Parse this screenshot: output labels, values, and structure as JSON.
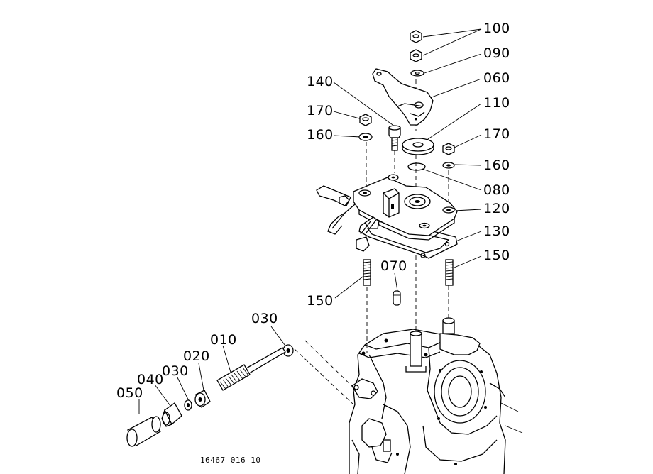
{
  "diagram": {
    "figure_code": "16467 016 10",
    "labels": {
      "p100": "100",
      "p090": "090",
      "p060": "060",
      "p140": "140",
      "p110": "110",
      "p170_left": "170",
      "p160_left": "160",
      "p170_right": "170",
      "p160_right": "160",
      "p080": "080",
      "p120": "120",
      "p130": "130",
      "p070": "070",
      "p150_right": "150",
      "p150_left": "150",
      "p030_top": "030",
      "p010": "010",
      "p020": "020",
      "p030_left": "030",
      "p040": "040",
      "p050": "050"
    }
  }
}
